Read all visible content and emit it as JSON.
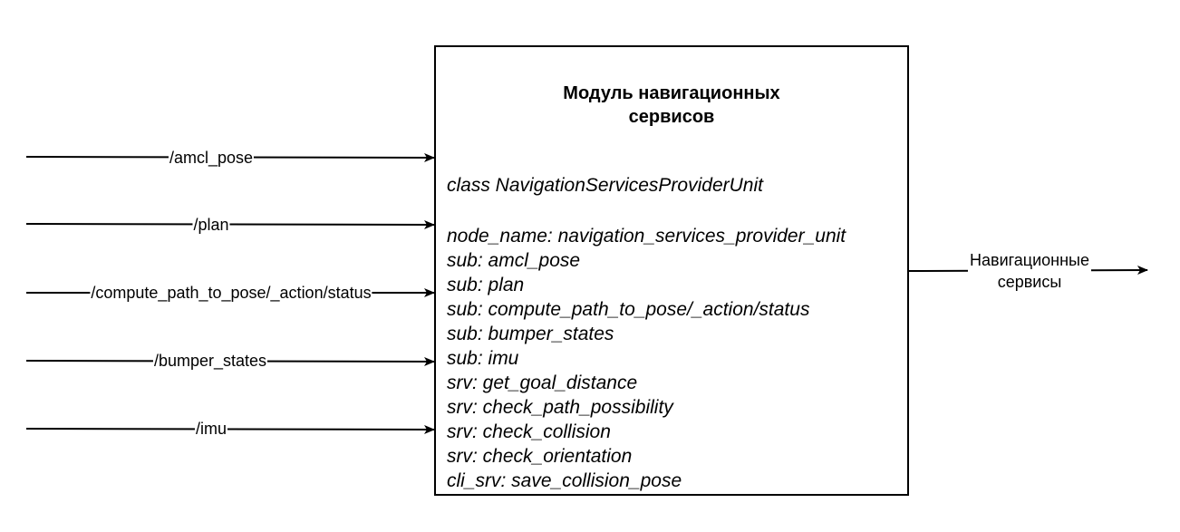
{
  "module": {
    "title_line1": "Модуль навигационных",
    "title_line2": "сервисов",
    "class_line": "class NavigationServicesProviderUnit",
    "properties": [
      "node_name: navigation_services_provider_unit",
      "sub: amcl_pose",
      "sub: plan",
      "sub: compute_path_to_pose/_action/status",
      "sub: bumper_states",
      "sub: imu",
      "srv: get_goal_distance",
      "srv: check_path_possibility",
      "srv: check_collision",
      "srv: check_orientation",
      "cli_srv: save_collision_pose"
    ]
  },
  "inputs": [
    {
      "label": "/amcl_pose"
    },
    {
      "label": "/plan"
    },
    {
      "label": "/compute_path_to_pose/_action/status"
    },
    {
      "label": "/bumper_states"
    },
    {
      "label": "/imu"
    }
  ],
  "output": {
    "label_line1": "Навигационные",
    "label_line2": "сервисы"
  }
}
